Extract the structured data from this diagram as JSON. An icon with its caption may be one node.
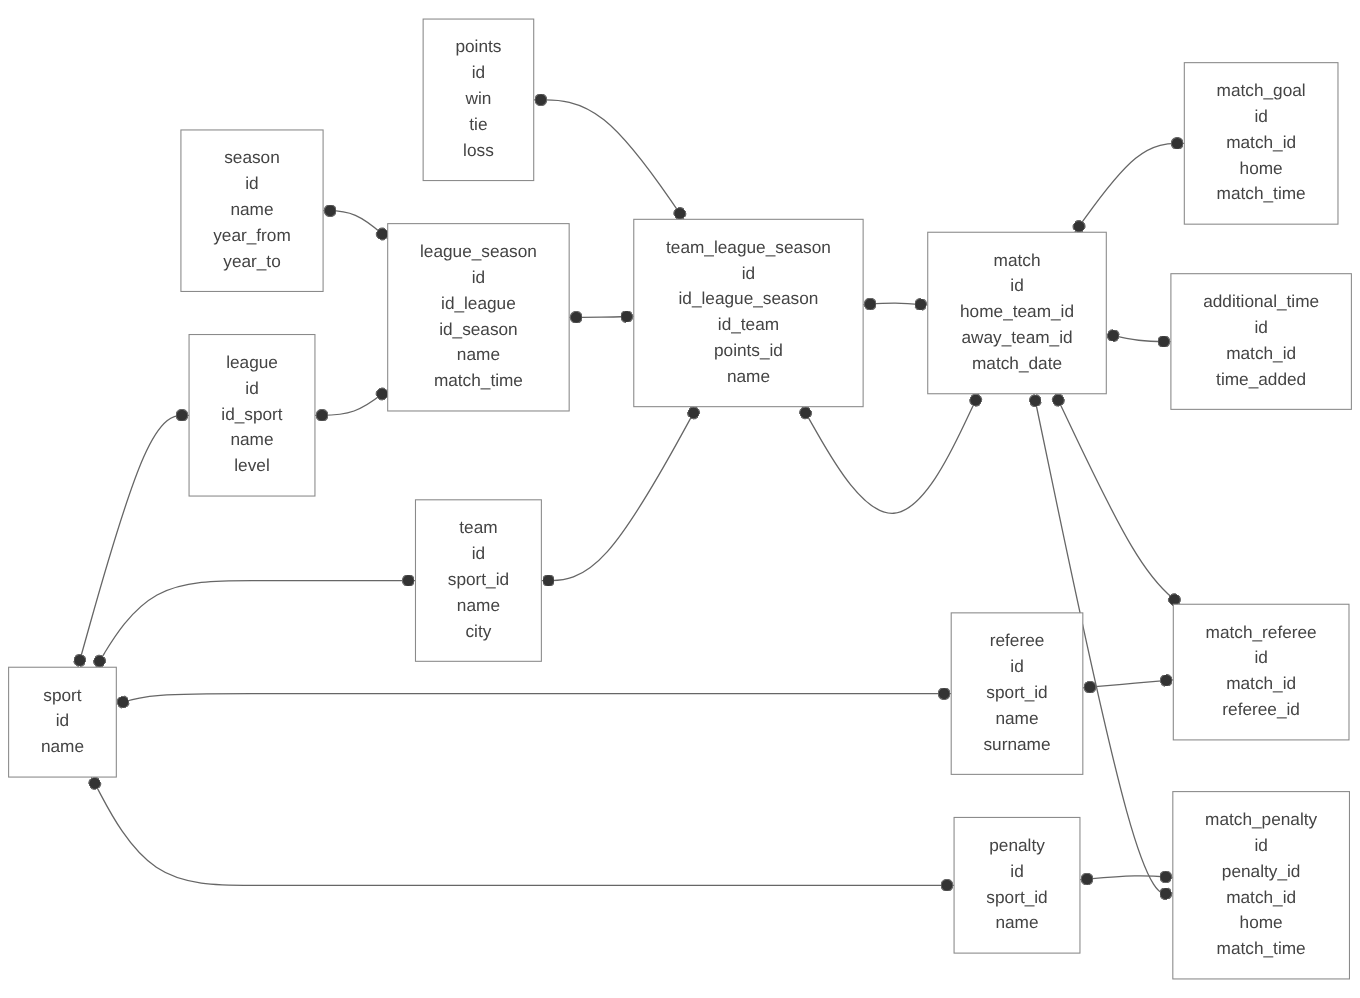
{
  "diagram": {
    "nodes": [
      {
        "text": [
          "points",
          "id",
          "win",
          "tie",
          "loss"
        ]
      },
      {
        "text": [
          "season",
          "id",
          "name",
          "year_from",
          "year_to"
        ]
      },
      {
        "text": [
          "league_season",
          "id",
          "id_league",
          "id_season",
          "name",
          "match_time"
        ]
      },
      {
        "text": [
          "league",
          "id",
          "id_sport",
          "name",
          "level"
        ]
      },
      {
        "text": [
          "match_goal",
          "id",
          "match_id",
          "home",
          "match_time"
        ]
      },
      {
        "text": [
          "match",
          "id",
          "home_team_id",
          "away_team_id",
          "match_date"
        ]
      },
      {
        "text": [
          "team_league_season",
          "id",
          "id_league_season",
          "id_team",
          "points_id",
          "name"
        ]
      },
      {
        "text": [
          "sport",
          "id",
          "name"
        ]
      },
      {
        "text": [
          "additional_time",
          "id",
          "match_id",
          "time_added"
        ]
      },
      {
        "text": [
          "match_referee",
          "id",
          "match_id",
          "referee_id"
        ]
      },
      {
        "text": [
          "team",
          "id",
          "sport_id",
          "name",
          "city"
        ]
      },
      {
        "text": [
          "penalty",
          "id",
          "sport_id",
          "name"
        ]
      },
      {
        "text": [
          "referee",
          "id",
          "sport_id",
          "name",
          "surname"
        ]
      },
      {
        "text": [
          "match_penalty",
          "id",
          "penalty_id",
          "match_id",
          "home",
          "match_time"
        ]
      }
    ],
    "edges": [
      {
        "from": 0,
        "to": 6,
        "arrow": "other"
      },
      {
        "from": 1,
        "to": 2,
        "arrow": "other"
      },
      {
        "from": 3,
        "to": 2,
        "arrow": "other"
      },
      {
        "from": 2,
        "to": 6,
        "arrow": "other"
      },
      {
        "from": 7,
        "to": 3,
        "arrow": "other"
      },
      {
        "from": 5,
        "to": 4,
        "arrow": "other"
      },
      {
        "from": 6,
        "to": 5,
        "arrow": "other"
      },
      {
        "from": 6,
        "to": 5,
        "arrow": "other"
      },
      {
        "from": 10,
        "to": 6,
        "arrow": "other"
      },
      {
        "from": 5,
        "to": 8,
        "arrow": "other"
      },
      {
        "from": 5,
        "to": 9,
        "arrow": "other"
      },
      {
        "from": 12,
        "to": 9,
        "arrow": "other"
      },
      {
        "from": 7,
        "to": 10,
        "arrow": "other"
      },
      {
        "from": 7,
        "to": 11,
        "arrow": "other"
      },
      {
        "from": 7,
        "to": 12,
        "arrow": "other"
      },
      {
        "from": 11,
        "to": 13,
        "arrow": "other"
      },
      {
        "from": 5,
        "to": 13,
        "arrow": "other"
      }
    ]
  }
}
